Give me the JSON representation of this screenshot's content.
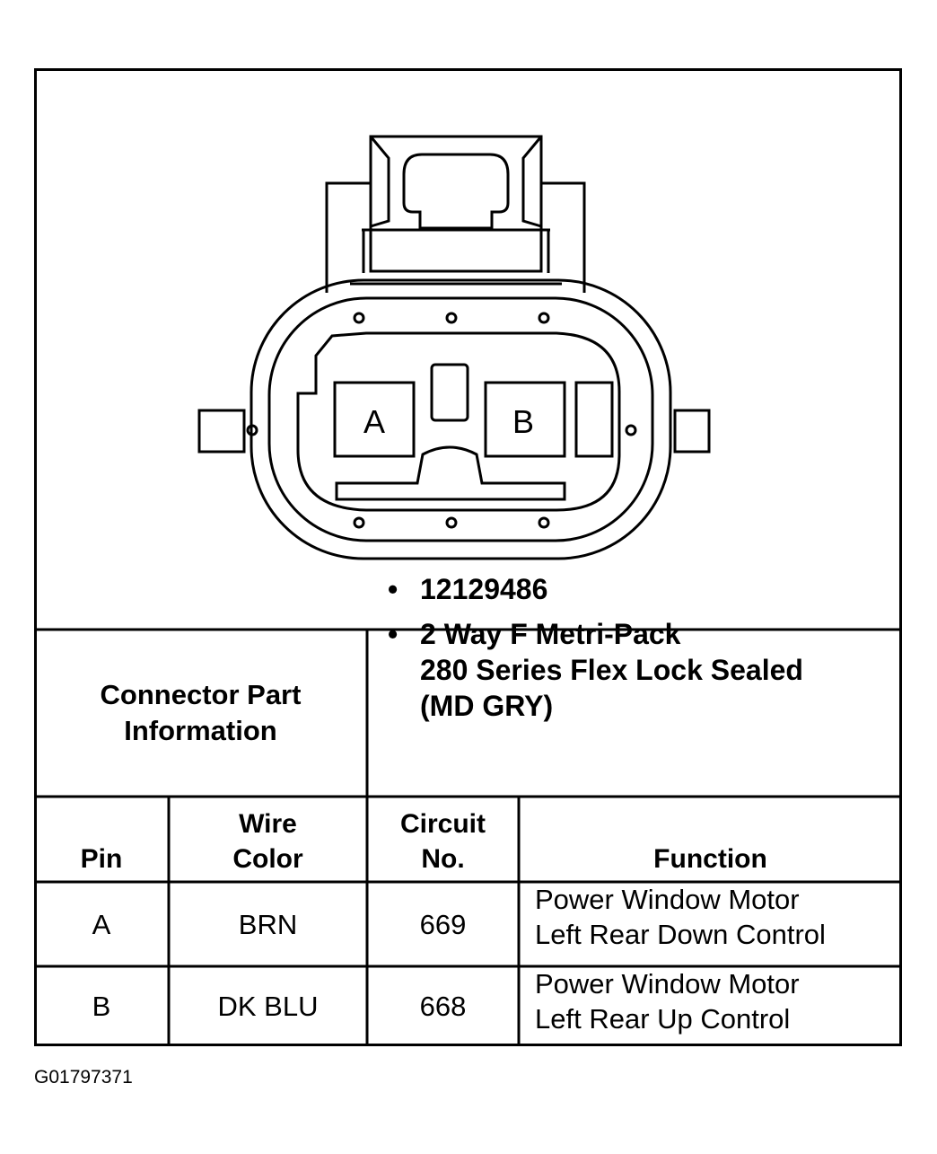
{
  "connector": {
    "pins": [
      {
        "label": "A"
      },
      {
        "label": "B"
      }
    ]
  },
  "part_info": {
    "label_lines": [
      "Connector Part",
      "Information"
    ],
    "items": [
      {
        "lines": [
          "12129486"
        ]
      },
      {
        "lines": [
          "2 Way F Metri-Pack",
          "280 Series Flex Lock Sealed",
          "(MD GRY)"
        ]
      }
    ]
  },
  "table": {
    "headers": [
      {
        "lines": [
          "Pin"
        ]
      },
      {
        "lines": [
          "Wire",
          "Color"
        ]
      },
      {
        "lines": [
          "Circuit",
          "No."
        ]
      },
      {
        "lines": [
          "Function"
        ]
      }
    ],
    "rows": [
      {
        "pin": "A",
        "wire_color": "BRN",
        "circuit": "669",
        "function": [
          "Power Window Motor",
          "Left Rear Down Control"
        ]
      },
      {
        "pin": "B",
        "wire_color": "DK BLU",
        "circuit": "668",
        "function": [
          "Power Window Motor",
          "Left Rear Up Control"
        ]
      }
    ]
  },
  "figure_id": "G01797371"
}
